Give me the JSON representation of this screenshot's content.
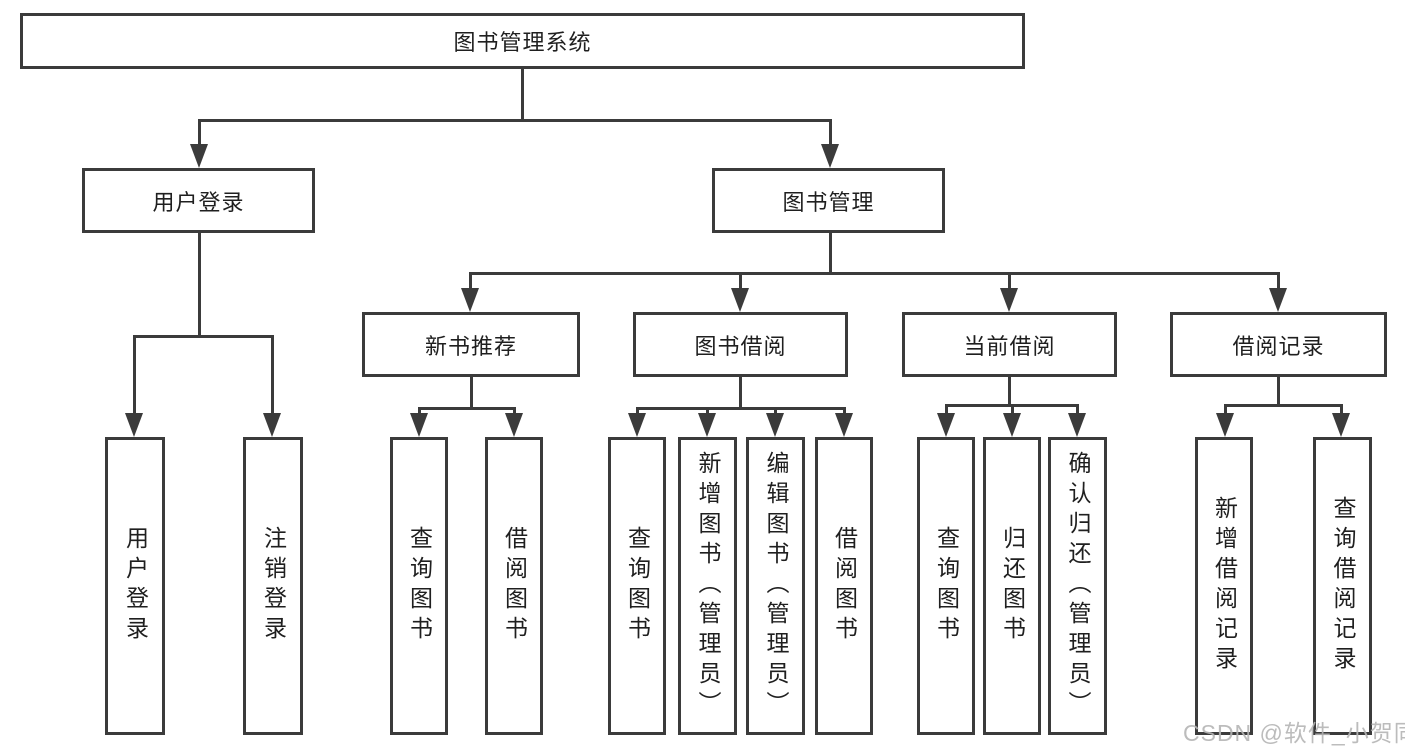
{
  "colors": {
    "line": "#3b3b3b",
    "box_border": "#3b3b3b",
    "text": "#1f1f1f",
    "watermark": "#b5b5b5",
    "background": "#ffffff"
  },
  "watermark": {
    "text": "CSDN @软件_小贺同学"
  },
  "tree": {
    "label": "图书管理系统",
    "children": [
      {
        "label": "用户登录",
        "children": [
          {
            "label": "用户登录"
          },
          {
            "label": "注销登录"
          }
        ]
      },
      {
        "label": "图书管理",
        "children": [
          {
            "label": "新书推荐",
            "children": [
              {
                "label": "查询图书"
              },
              {
                "label": "借阅图书"
              }
            ]
          },
          {
            "label": "图书借阅",
            "children": [
              {
                "label": "查询图书"
              },
              {
                "label": "新增图书（管理员）"
              },
              {
                "label": "编辑图书（管理员）"
              },
              {
                "label": "借阅图书"
              }
            ]
          },
          {
            "label": "当前借阅",
            "children": [
              {
                "label": "查询图书"
              },
              {
                "label": "归还图书"
              },
              {
                "label": "确认归还（管理员）"
              }
            ]
          },
          {
            "label": "借阅记录",
            "children": [
              {
                "label": "新增借阅记录"
              },
              {
                "label": "查询借阅记录"
              }
            ]
          }
        ]
      }
    ]
  }
}
